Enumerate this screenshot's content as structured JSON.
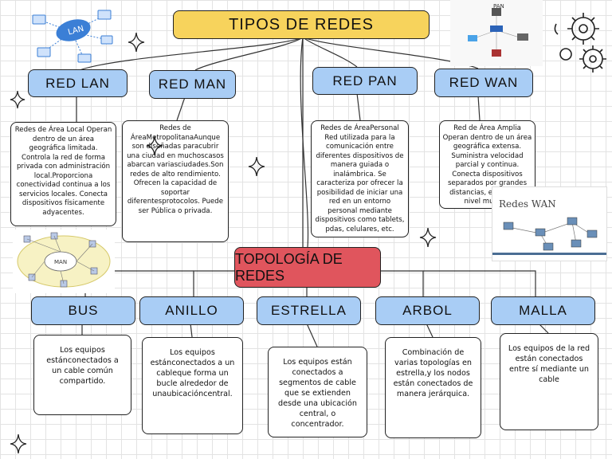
{
  "title": "TIPOS DE REDES",
  "networks": [
    {
      "name": "RED LAN",
      "desc": "Redes de Área Local Operan dentro de un área geográfica limitada. Controla la red de forma privada con administración local.Proporciona conectividad continua a los servicios locales. Conecta dispositivos físicamente adyacentes."
    },
    {
      "name": "RED MAN",
      "desc": "Redes de ÁreaMetropolitanaAunque son diseñadas paracubrir una ciudad en muchoscasos abarcan variasciudades.Son redes de alto rendimiento. Ofrecen la capacidad de soportar diferentesprotocolos. Puede ser Pública o privada."
    },
    {
      "name": "RED PAN",
      "desc": "Redes de ÁreaPersonal Red utilizada para la comunicación entre diferentes dispositivos de manera guiada o inalámbrica. Se caracteriza por ofrecer la posibilidad de iniciar una red en un entorno personal mediante dispositivos como tablets, pdas, celulares, etc."
    },
    {
      "name": "RED WAN",
      "desc": "Red de Área Amplia Operan dentro de un área geográfica extensa. Suministra velocidad parcial y continua. Conecta dispositivos separados por grandes distancias, e incluso a nivel mundial"
    }
  ],
  "topology_title": "TOPOLOGÍA DE REDES",
  "topologies": [
    {
      "name": "BUS",
      "desc": "Los equipos estánconectados a un cable común compartido."
    },
    {
      "name": "ANILLO",
      "desc": "Los equipos estánconectados a un cableque forma un bucle alrededor de unaubicacióncentral."
    },
    {
      "name": "ESTRELLA",
      "desc": "Los equipos están conectados a segmentos de cable que se extienden desde una ubicación central, o concentrador."
    },
    {
      "name": "ARBOL",
      "desc": "Combinación de varias topologías en estrella,y los nodos están conectados de manera jerárquica."
    },
    {
      "name": "MALLA",
      "desc": "Los equipos de la red están conectados entre sí mediante un cable"
    }
  ],
  "images": {
    "lan_label": "LAN",
    "pan_label": "PAN",
    "man_label": "MAN",
    "wan_title": "Redes WAN"
  },
  "colors": {
    "title_bg": "#f7d35c",
    "header_bg": "#a9cdf5",
    "topology_bg": "#e0555d"
  }
}
